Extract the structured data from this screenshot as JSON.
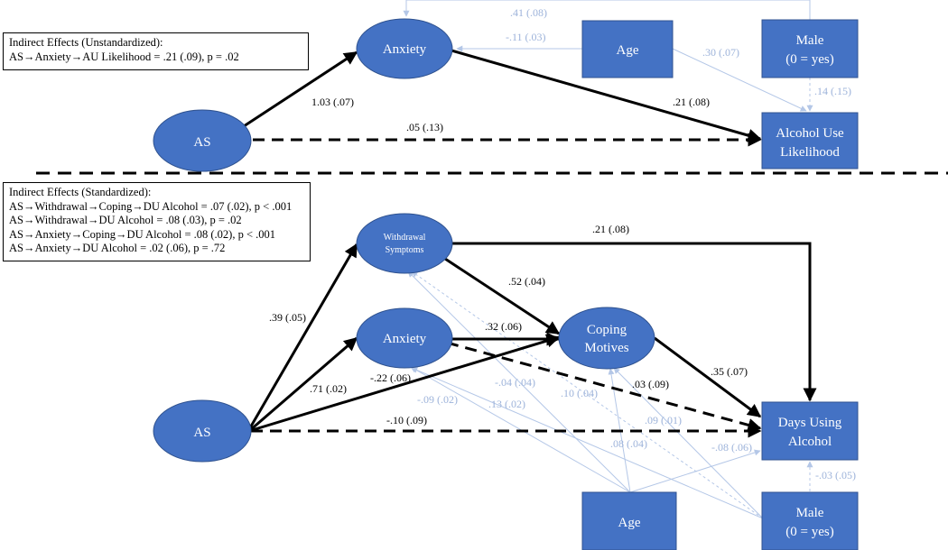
{
  "top_panel": {
    "indirect_box": {
      "title": "Indirect Effects (Unstandardized):",
      "lines": [
        "AS→Anxiety→AU Likelihood = .21 (.09), p = .02"
      ]
    },
    "nodes": {
      "as": "AS",
      "anxiety": "Anxiety",
      "age": "Age",
      "male_l1": "Male",
      "male_l2": "(0 = yes)",
      "outcome_l1": "Alcohol  Use",
      "outcome_l2": "Likelihood"
    },
    "paths": {
      "as_anxiety": "1.03 (.07)",
      "anxiety_outcome": ".21 (.08)",
      "as_outcome": ".05 (.13)",
      "male_anxiety": ".41 (.08)",
      "age_anxiety": "-.11 (.03)",
      "age_outcome": ".30 (.07)",
      "male_outcome": ".14 (.15)"
    }
  },
  "bottom_panel": {
    "indirect_box": {
      "title": "Indirect Effects (Standardized):",
      "lines": [
        "AS→Withdrawal→Coping→DU Alcohol = .07 (.02), p < .001",
        "AS→Withdrawal→DU Alcohol = .08 (.03), p = .02",
        "AS→Anxiety→Coping→DU Alcohol = .08 (.02), p < .001",
        "AS→Anxiety→DU Alcohol = .02 (.06), p = .72"
      ]
    },
    "nodes": {
      "withdrawal_l1": "Withdrawal",
      "withdrawal_l2": "Symptoms",
      "anxiety": "Anxiety",
      "coping_l1": "Coping",
      "coping_l2": "Motives",
      "as": "AS",
      "outcome_l1": "Days Using",
      "outcome_l2": "Alcohol",
      "age": "Age",
      "male_l1": "Male",
      "male_l2": "(0 = yes)"
    },
    "paths": {
      "withdrawal_outcome": ".21 (.08)",
      "withdrawal_coping": ".52 (.04)",
      "as_withdrawal": ".39 (.05)",
      "anxiety_coping": ".32 (.06)",
      "as_anxiety": ".71 (.02)",
      "as_coping": "-.22 (.06)",
      "anxiety_outcome": ".03 (.09)",
      "coping_outcome": ".35 (.07)",
      "as_outcome": "-.10 (.09)",
      "age_withdrawal": "-.04 (.04)",
      "age_anxiety": "-.09 (.02)",
      "male_anxiety": ".13 (.02)",
      "male_withdrawal": ".10 (.04)",
      "age_coping": ".08 (.04)",
      "male_coping": ".09 (.01)",
      "age_outcome": "-.08 (.06)",
      "male_outcome": "-.03 (.05)"
    }
  },
  "colors": {
    "node_fill": "#4472C4",
    "node_stroke": "#2F528F",
    "strong_path": "#000000",
    "covariate_path": "#B4C7E7",
    "covariate_label": "#9DB3DA"
  }
}
